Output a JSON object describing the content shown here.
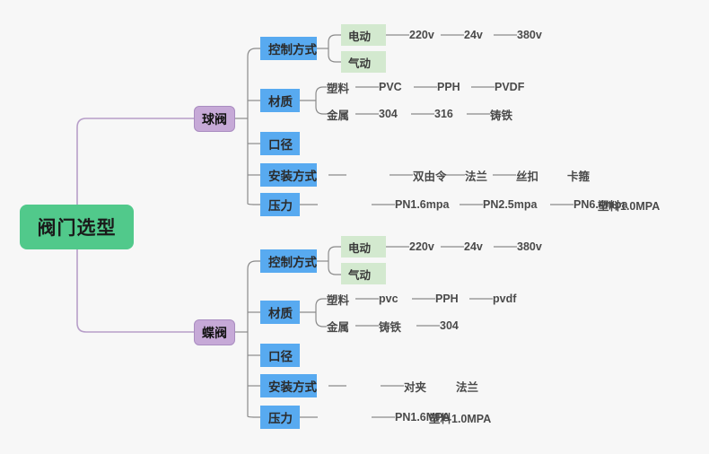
{
  "diagram": {
    "type": "mind-map",
    "title": "阀门选型",
    "background_color": "#f7f7f7",
    "colors": {
      "root": "#51c98b",
      "branch": "#c6a9d7",
      "category": "#58aaf0",
      "sub": "#d3e9cf",
      "leaf_text": "#4a4a4a",
      "root_connector": "#b79ec9",
      "connector": "#8a8a8a"
    },
    "root": {
      "label": "阀门选型"
    },
    "branches": [
      {
        "label": "球阀",
        "categories": [
          {
            "label": "控制方式",
            "subs": [
              {
                "label": "电动",
                "leaves": [
                  "220v",
                  "24v",
                  "380v"
                ]
              },
              {
                "label": "气动",
                "leaves": []
              }
            ]
          },
          {
            "label": "材质",
            "subs": [
              {
                "label": "塑料",
                "leaves": [
                  "PVC",
                  "PPH",
                  "PVDF"
                ]
              },
              {
                "label": "金属",
                "leaves": [
                  "304",
                  "316",
                  "铸铁"
                ]
              }
            ]
          },
          {
            "label": "口径",
            "subs": []
          },
          {
            "label": "安装方式",
            "leaves": [
              "双由令",
              "法兰",
              "丝扣",
              "卡箍"
            ]
          },
          {
            "label": "压力",
            "leaves": [
              "PN1.6mpa",
              "PN2.5mpa",
              "PN6.4mpa",
              "塑料1.0MPA"
            ]
          }
        ]
      },
      {
        "label": "蝶阀",
        "categories": [
          {
            "label": "控制方式",
            "subs": [
              {
                "label": "电动",
                "leaves": [
                  "220v",
                  "24v",
                  "380v"
                ]
              },
              {
                "label": "气动",
                "leaves": []
              }
            ]
          },
          {
            "label": "材质",
            "subs": [
              {
                "label": "塑料",
                "leaves": [
                  "pvc",
                  "PPH",
                  "pvdf"
                ]
              },
              {
                "label": "金属",
                "leaves": [
                  "铸铁",
                  "304"
                ]
              }
            ]
          },
          {
            "label": "口径",
            "subs": []
          },
          {
            "label": "安装方式",
            "leaves": [
              "对夹",
              "法兰"
            ]
          },
          {
            "label": "压力",
            "leaves": [
              "PN1.6MPA",
              "塑料1.0MPA"
            ]
          }
        ]
      }
    ]
  }
}
